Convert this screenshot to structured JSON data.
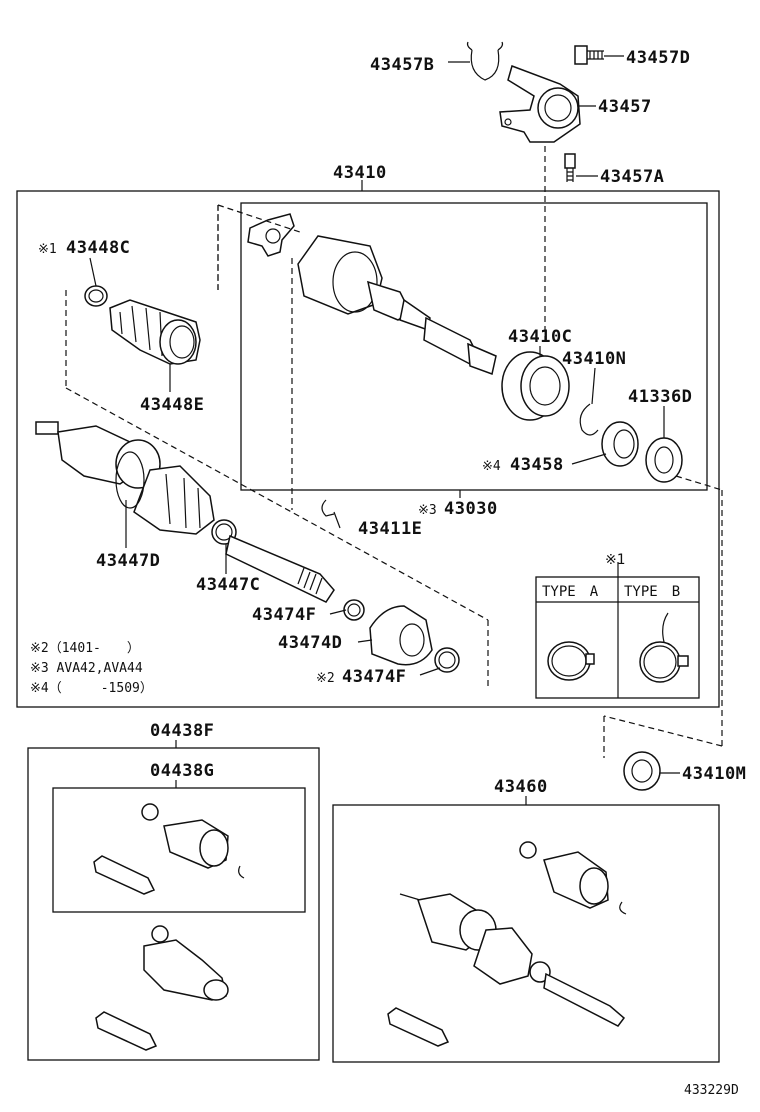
{
  "parts": {
    "p43457B": "43457B",
    "p43457D": "43457D",
    "p43457": "43457",
    "p43457A": "43457A",
    "p43410": "43410",
    "p43448C": "43448C",
    "p43448C_note": "※1",
    "p43448E": "43448E",
    "p43410C": "43410C",
    "p43410N": "43410N",
    "p41336D": "41336D",
    "p43458": "43458",
    "p43458_note": "※4",
    "p43030": "43030",
    "p43030_note": "※3",
    "p43411E": "43411E",
    "p43447D": "43447D",
    "p43447C": "43447C",
    "p43474F_a": "43474F",
    "p43474D": "43474D",
    "p43474F_b": "43474F",
    "p43474F_b_note": "※2",
    "p04438F": "04438F",
    "p04438G": "04438G",
    "p43460": "43460",
    "p43410M": "43410M"
  },
  "notes": {
    "n2": "※2（1401-　　）",
    "n3": "※3 AVA42,AVA44",
    "n4": "※4（　　　-1509）"
  },
  "type_table": {
    "marker": "※1",
    "type_a": "TYPE　A",
    "type_b": "TYPE　B"
  },
  "figure_id": "433229D"
}
